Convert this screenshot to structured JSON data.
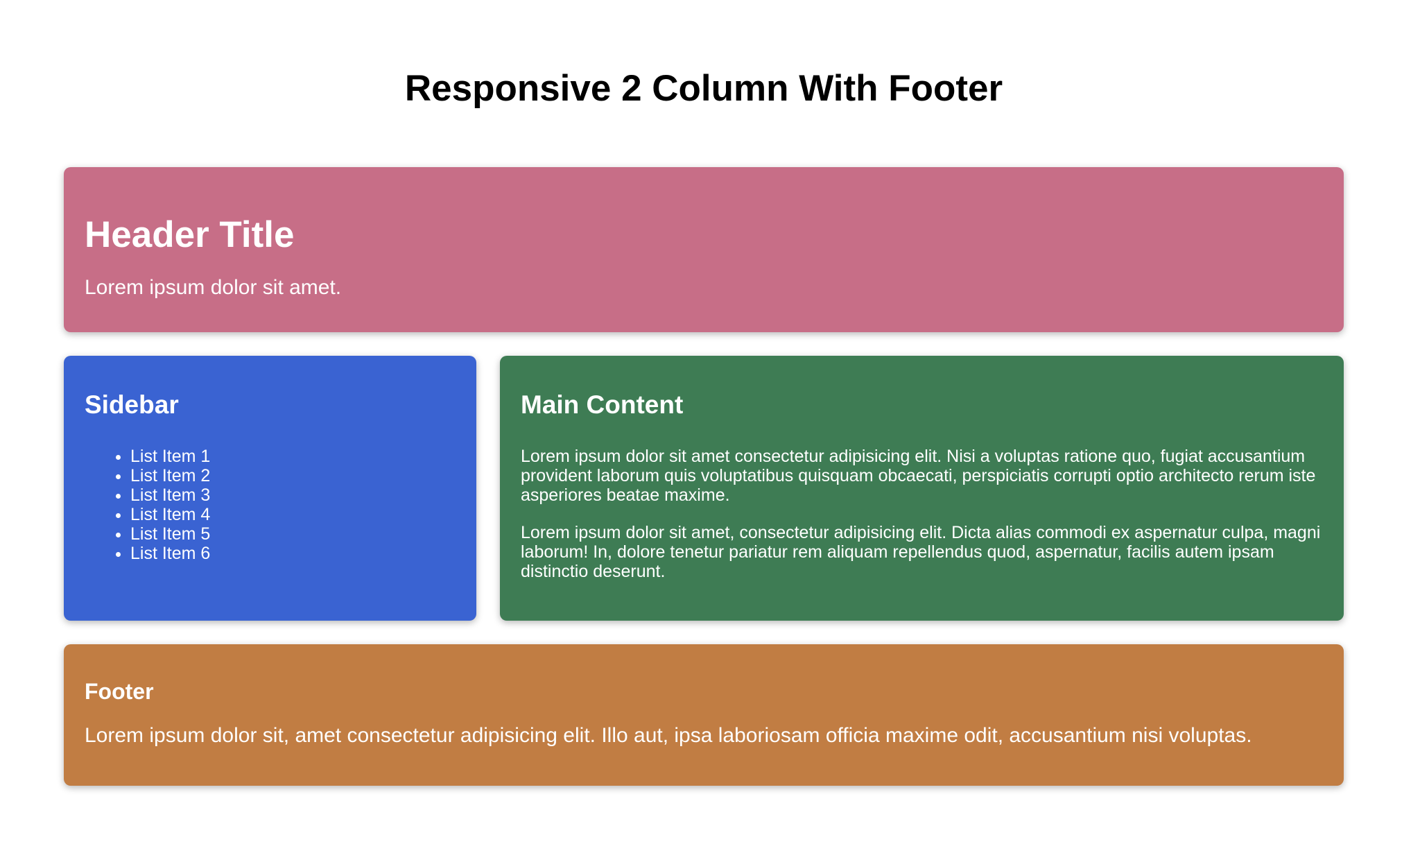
{
  "page": {
    "title": "Responsive 2 Column With Footer",
    "background_color": "#ffffff",
    "text_on_boxes_color": "#ffffff"
  },
  "header": {
    "title": "Header Title",
    "text": "Lorem ipsum dolor sit amet.",
    "color": "#c76e87"
  },
  "sidebar": {
    "title": "Sidebar",
    "color": "#3a63d2",
    "items": [
      "List Item 1",
      "List Item 2",
      "List Item 3",
      "List Item 4",
      "List Item 5",
      "List Item 6"
    ]
  },
  "main": {
    "title": "Main Content",
    "color": "#3e7c54",
    "paragraphs": [
      "Lorem ipsum dolor sit amet consectetur adipisicing elit. Nisi a voluptas ratione quo, fugiat accusantium provident laborum quis voluptatibus quisquam obcaecati, perspiciatis corrupti optio architecto rerum iste asperiores beatae maxime.",
      "Lorem ipsum dolor sit amet, consectetur adipisicing elit. Dicta alias commodi ex aspernatur culpa, magni laborum! In, dolore tenetur pariatur rem aliquam repellendus quod, aspernatur, facilis autem ipsam distinctio deserunt."
    ]
  },
  "footer": {
    "title": "Footer",
    "text": "Lorem ipsum dolor sit, amet consectetur adipisicing elit. Illo aut, ipsa laboriosam officia maxime odit, accusantium nisi voluptas.",
    "color": "#c17d43"
  }
}
